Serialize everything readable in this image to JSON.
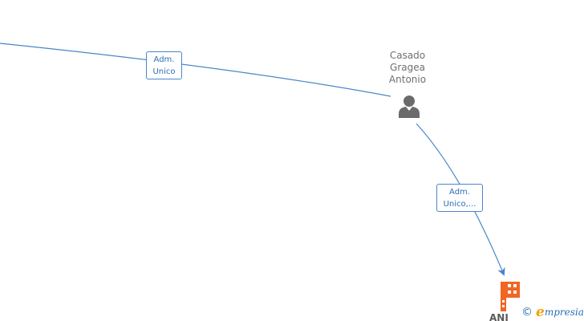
{
  "nodes": {
    "person": {
      "name_lines": [
        "Casado",
        "Gragea",
        "Antonio"
      ],
      "icon": "person-icon",
      "icon_color": "#6b6b6b"
    },
    "company": {
      "name": "ANI",
      "icon": "building-icon",
      "icon_color": "#f26522"
    }
  },
  "edges": [
    {
      "label_lines": [
        "Adm.",
        "Unico"
      ]
    },
    {
      "label_lines": [
        "Adm.",
        "Unico,..."
      ]
    }
  ],
  "colors": {
    "edge": "#4a86c8",
    "label_text": "#2f6db5"
  },
  "watermark": {
    "symbol": "©",
    "brand_initial": "e",
    "brand_rest": "mpresia"
  }
}
